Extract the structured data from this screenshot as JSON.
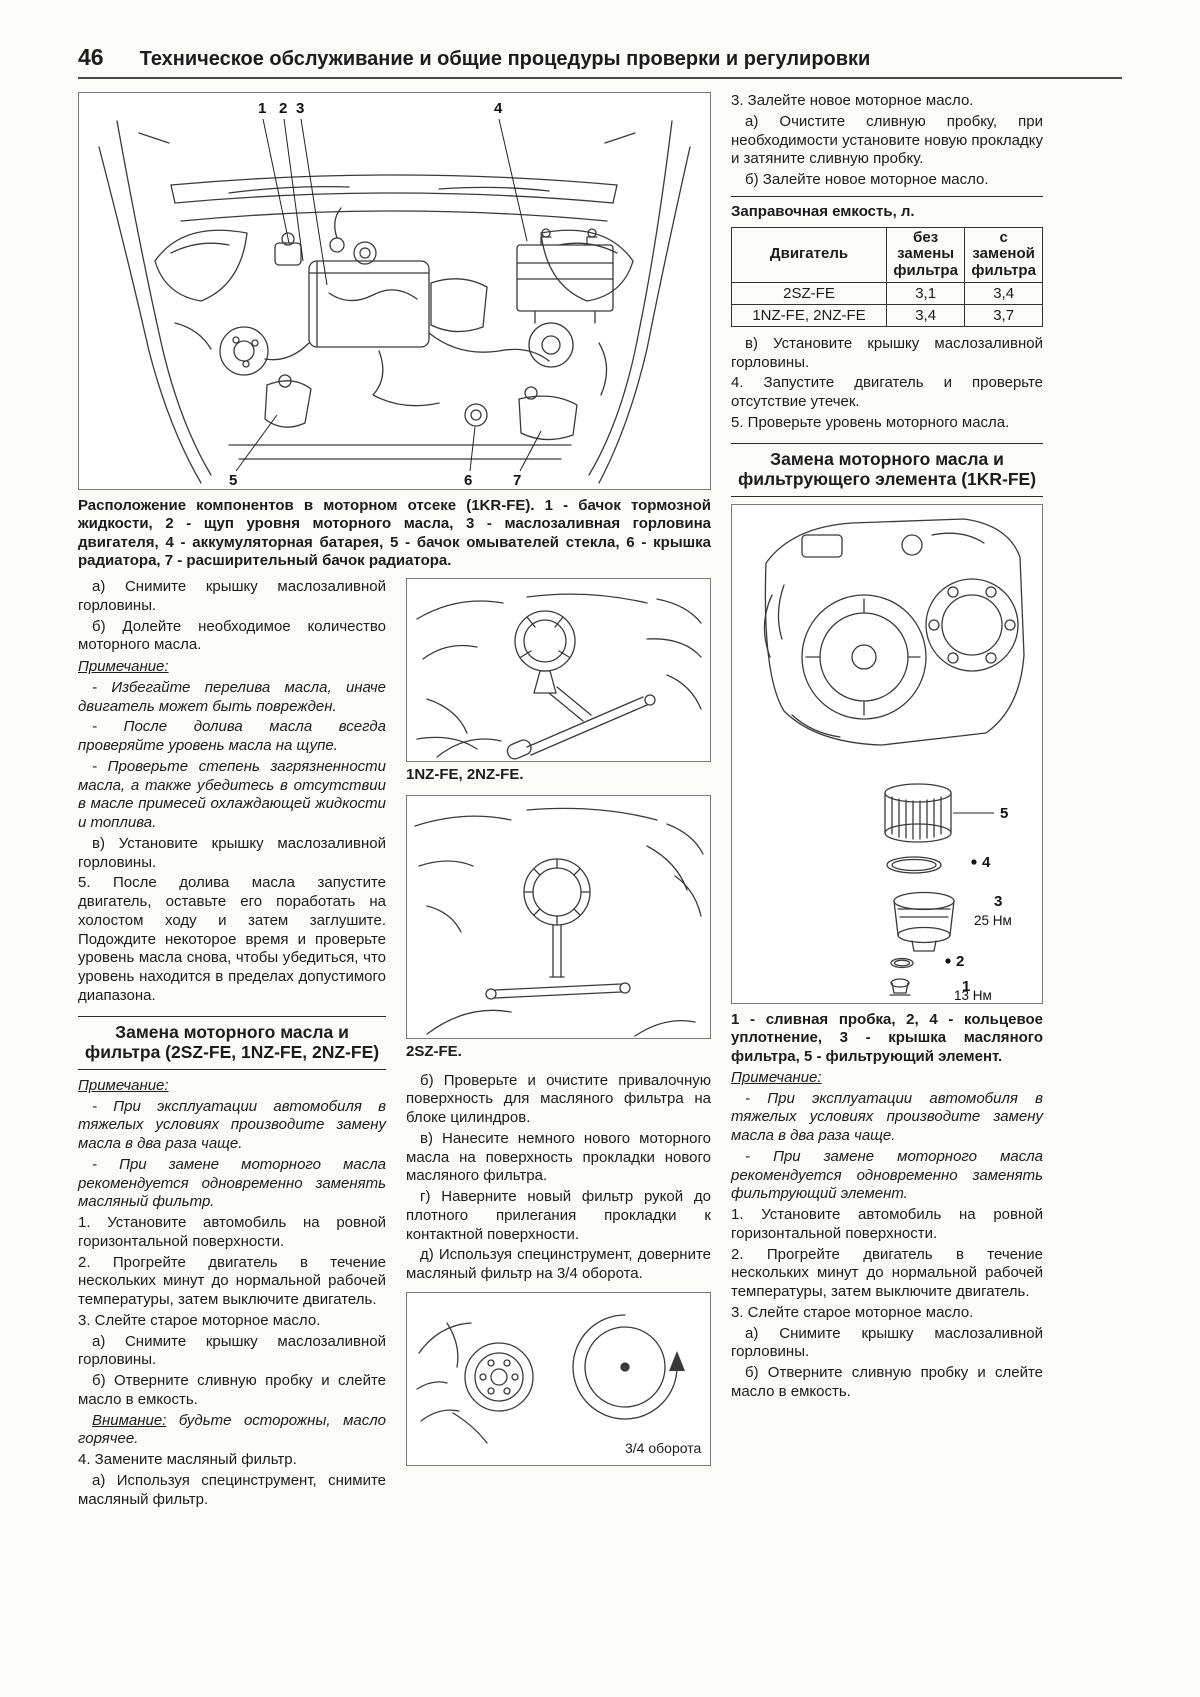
{
  "page": {
    "number": "46",
    "title": "Техническое обслуживание и общие процедуры проверки и регулировки"
  },
  "fig_engine": {
    "caption": "Расположение компонентов в моторном отсеке (1KR-FE). 1 - бачок тормозной жидкости, 2 - щуп уровня моторного масла, 3 - маслозаливная горловина двигателя, 4 - аккумуляторная батарея, 5 - бачок омывателей стекла, 6 - крышка радиатора, 7 - расширительный бачок радиатора.",
    "callouts": {
      "c1": "1",
      "c2": "2",
      "c3": "3",
      "c4": "4",
      "c5": "5",
      "c6": "6",
      "c7": "7"
    }
  },
  "left": {
    "p1": "а) Снимите крышку маслозаливной горловины.",
    "p2": "б) Долейте необходимое количество моторного масла.",
    "note1_label": "Примечание:",
    "n1": "- Избегайте перелива масла, иначе двигатель может быть поврежден.",
    "n2": "- После долива масла всегда проверяйте уровень масла на щупе.",
    "n3": "- Проверьте степень загрязненности масла, а также убедитесь в отсутствии в масле примесей охлаждающей жидкости и топлива.",
    "p3": "в) Установите крышку маслозаливной горловины.",
    "p4": "5. После долива масла запустите двигатель, оставьте его поработать на холостом ходу и затем заглушите. Подождите некоторое время и проверьте уровень масла снова, чтобы убедиться, что уровень находится в пределах допустимого диапазона.",
    "heading": "Замена моторного масла и фильтра (2SZ-FE, 1NZ-FE, 2NZ-FE)",
    "note2_label": "Примечание:",
    "n4": "- При эксплуатации автомобиля в тяжелых условиях производите замену масла в два раза чаще.",
    "n5": "- При замене моторного масла рекомендуется одновременно заменять масляный фильтр.",
    "p5": "1. Установите автомобиль на ровной горизонтальной поверхности.",
    "p6": "2. Прогрейте двигатель в течение нескольких минут до нормальной рабочей температуры, затем выключите двигатель.",
    "p7": "3. Слейте старое моторное масло.",
    "p8": "а) Снимите крышку маслозаливной горловины.",
    "p9": "б) Отверните сливную пробку и слейте масло в емкость.",
    "warn_label": "Внимание:",
    "warn_text": " будьте осторожны, масло горячее.",
    "p10": "4. Замените масляный фильтр.",
    "p11": "а) Используя специнструмент, снимите масляный фильтр."
  },
  "mid": {
    "fig1_label": "1NZ-FE, 2NZ-FE.",
    "fig2_label": "2SZ-FE.",
    "p1": "б) Проверьте и очистите привалочную поверхность для масляного фильтра на блоке цилиндров.",
    "p2": "в) Нанесите немного нового моторного масла на поверхность прокладки нового масляного фильтра.",
    "p3": "г) Наверните новый фильтр рукой до плотного прилегания прокладки к контактной поверхности.",
    "p4": "д) Используя специнструмент, доверните масляный фильтр на 3/4 оборота.",
    "fig3_label": "3/4 оборота"
  },
  "right": {
    "p1": "3. Залейте новое моторное масло.",
    "p2": "а) Очистите сливную пробку, при необходимости установите новую прокладку и затяните сливную пробку.",
    "p3": "б) Залейте новое моторное масло.",
    "table_title": "Заправочная емкость, л.",
    "table": {
      "col1": "Двигатель",
      "col2": "без замены фильтра",
      "col3": "с заменой фильтра",
      "rows": [
        [
          "2SZ-FE",
          "3,1",
          "3,4"
        ],
        [
          "1NZ-FE, 2NZ-FE",
          "3,4",
          "3,7"
        ]
      ]
    },
    "p4": "в) Установите крышку маслозаливной горловины.",
    "p5": "4. Запустите двигатель и проверьте отсутствие утечек.",
    "p6": "5. Проверьте уровень моторного масла.",
    "heading": "Замена моторного масла и фильтрующего элемента (1KR-FE)",
    "fig_callouts": {
      "c5": "5",
      "c4": "4",
      "c3": "3",
      "t3": "25 Нм",
      "c2": "2",
      "c1": "1",
      "t1": "13 Нм"
    },
    "fig_caption": "1 - сливная пробка, 2, 4 - кольцевое уплотнение, 3 - крышка масляного фильтра, 5 - фильтрующий элемент.",
    "note_label": "Примечание:",
    "n1": "- При эксплуатации автомобиля в тяжелых условиях производите замену масла в два раза чаще.",
    "n2": "- При замене моторного масла рекомендуется одновременно заменять фильтрующий элемент.",
    "p7": "1. Установите автомобиль на ровной горизонтальной поверхности.",
    "p8": "2. Прогрейте двигатель в течение нескольких минут до нормальной рабочей температуры, затем выключите двигатель.",
    "p9": "3. Слейте старое моторное масло.",
    "p10": "а) Снимите крышку маслозаливной горловины.",
    "p11": "б) Отверните сливную пробку и слейте масло в емкость."
  }
}
